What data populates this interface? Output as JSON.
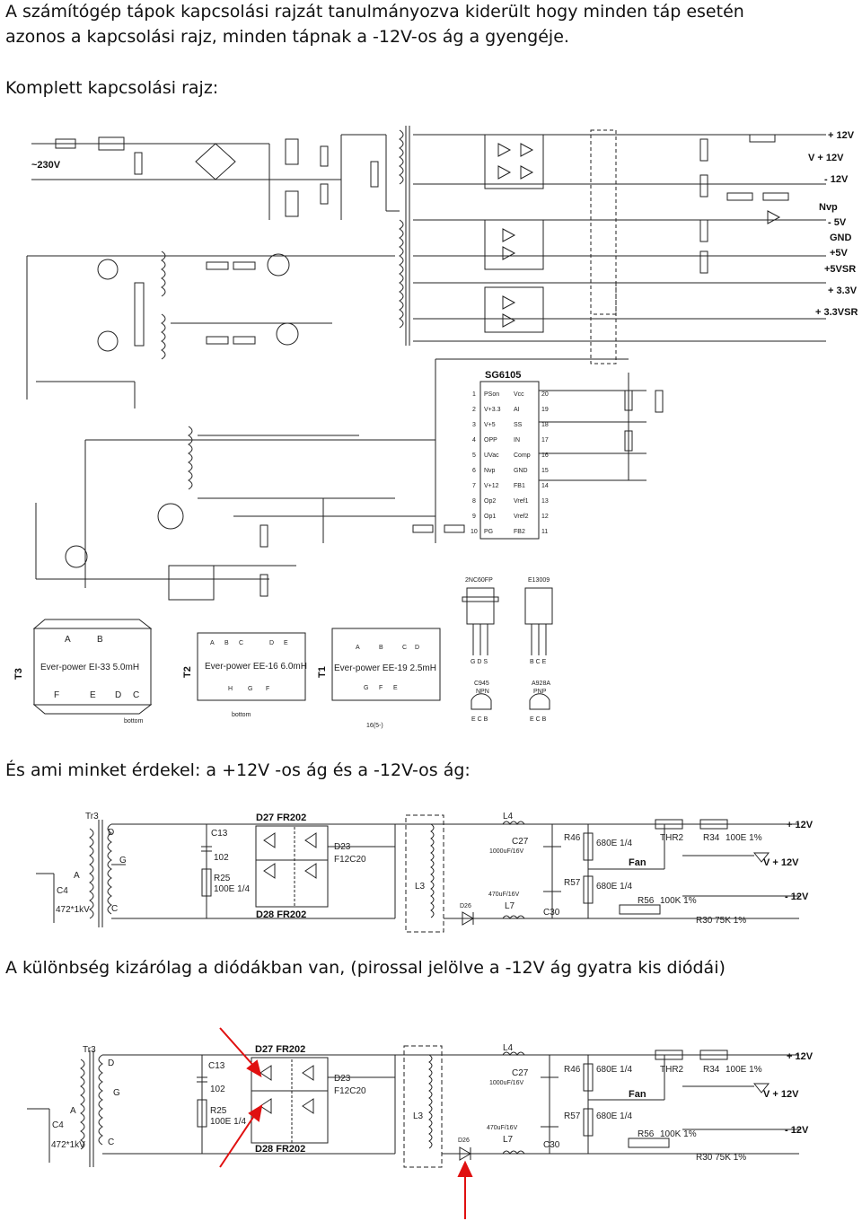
{
  "intro": {
    "line1": "A számítógép tápok kapcsolási rajzát tanulmányozva kiderült hogy minden táp esetén",
    "line2": "azonos a kapcsolási rajz, minden tápnak a -12V-os ág a gyengéje."
  },
  "full_title": "Komplett kapcsolási rajz:",
  "section2_title": "És ami minket érdekel: a +12V -os ág és a -12V-os ág:",
  "section3_title": "A különbség kizárólag a diódákban van, (pirossal jelölve a -12V ág gyatra kis diódái)",
  "schematic_full": {
    "rails": [
      "+ 12V",
      "V + 12V",
      "- 12V",
      "Nvp",
      "- 5V",
      "GND",
      "+5V",
      "+5VSR",
      "+ 3.3V",
      "+ 3.3VSR"
    ],
    "mains": "~230V",
    "ic": {
      "name": "SG6105",
      "left_pins": [
        "PSon",
        "V+3.3",
        "V+5",
        "OPP",
        "UVac",
        "Nvp",
        "V+12",
        "Op2",
        "Op1",
        "PG"
      ],
      "right_pins": [
        "Vcc",
        "AI",
        "SS",
        "IN",
        "Comp",
        "GND",
        "FB1",
        "Vref1",
        "Vref2",
        "FB2"
      ],
      "left_nums": [
        "1",
        "2",
        "3",
        "4",
        "5",
        "6",
        "7",
        "8",
        "9",
        "10"
      ],
      "right_nums": [
        "20",
        "19",
        "18",
        "17",
        "16",
        "15",
        "14",
        "13",
        "12",
        "11"
      ]
    },
    "transformers": [
      {
        "id": "T3",
        "label": "Ever-power EI-33 5.0mH",
        "top": [
          "A",
          "B"
        ],
        "bottom": [
          "F",
          "E",
          "D",
          "C"
        ],
        "note": "bottom"
      },
      {
        "id": "T2",
        "label": "Ever-power EE-16 6.0mH",
        "top": [
          "A",
          "B",
          "C",
          "D",
          "E"
        ],
        "bottom": [
          "H",
          "G",
          "F"
        ],
        "note": "bottom"
      },
      {
        "id": "T1",
        "label": "Ever-power EE-19 2.5mH",
        "top": [
          "A",
          "B",
          "C",
          "D"
        ],
        "bottom": [
          "G",
          "F",
          "E"
        ],
        "note": "16(5-)"
      }
    ],
    "transistors": [
      {
        "name": "2NC60FP",
        "pins": "G D S"
      },
      {
        "name": "E13009",
        "pins": "B C E"
      },
      {
        "name": "C945",
        "type": "NPN",
        "pins": "E C B"
      },
      {
        "name": "A928A",
        "type": "PNP",
        "pins": "E C B"
      }
    ]
  },
  "schematic_detail": {
    "parts": [
      "Tr3",
      "D",
      "G",
      "C",
      "A",
      "C4",
      "472*1kV",
      "C13",
      "102",
      "R25",
      "100E 1/4",
      "D27 FR202",
      "D28 FR202",
      "D23",
      "F12C20",
      "L3",
      "L4",
      "C27",
      "1000uF/16V",
      "R46",
      "680E 1/4",
      "THR2",
      "R34",
      "100E 1%",
      "Fan",
      "R57",
      "680E 1/4",
      "470uF/16V",
      "D26",
      "L7",
      "C30",
      "R56",
      "100K 1%",
      "R30 75K 1%"
    ],
    "outputs": [
      "+ 12V",
      "V + 12V",
      "- 12V"
    ]
  },
  "colors": {
    "text": "#111111",
    "line": "#222222",
    "highlight": "#e01010",
    "watermark": "#d0d0d0"
  }
}
